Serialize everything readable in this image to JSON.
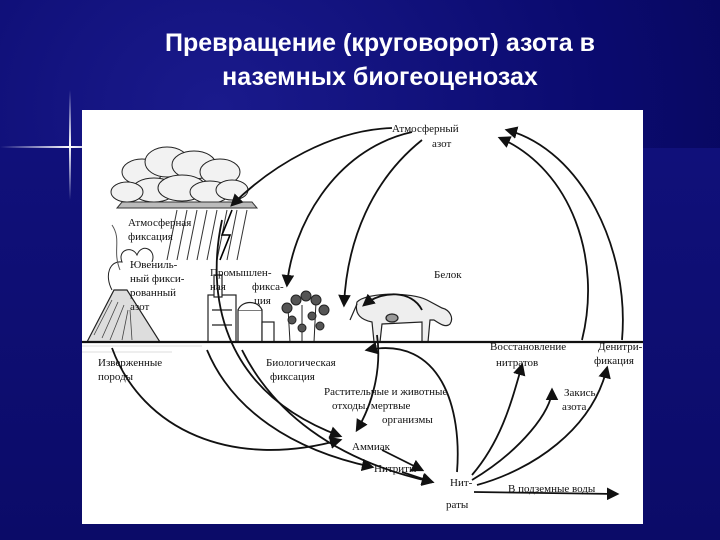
{
  "title": {
    "line1": "Превращение (круговорот) азота в",
    "line2": "наземных биогеоценозах"
  },
  "diagram": {
    "labels": {
      "atm_nitrogen_1": "Атмосферный",
      "atm_nitrogen_2": "азот",
      "atm_fixation_1": "Атмосферная",
      "atm_fixation_2": "фиксация",
      "juvenile_1": "Ювениль-",
      "juvenile_2": "ный фикси-",
      "juvenile_3": "рованный",
      "juvenile_4": "азот",
      "industrial_1": "Промышлен-",
      "industrial_2": "ная",
      "industrial_3": "фикса-",
      "industrial_4": "ция",
      "protein": "Белок",
      "igneous_1": "Изверженные",
      "igneous_2": "породы",
      "bio_fix_1": "Биологическая",
      "bio_fix_2": "фиксация",
      "waste_1": "Растительные и животные",
      "waste_2": "отходы, мертвые",
      "waste_3": "организмы",
      "ammonia": "Аммиак",
      "nitrites": "Нитриты",
      "nitrates_1": "Нит-",
      "nitrates_2": "раты",
      "groundwater": "В подземные воды",
      "reduction_1": "Восстановление",
      "reduction_2": "нитратов",
      "denitrification_1": "Денитри-",
      "denitrification_2": "фикация",
      "n2o_1": "Закись",
      "n2o_2": "азота"
    }
  }
}
